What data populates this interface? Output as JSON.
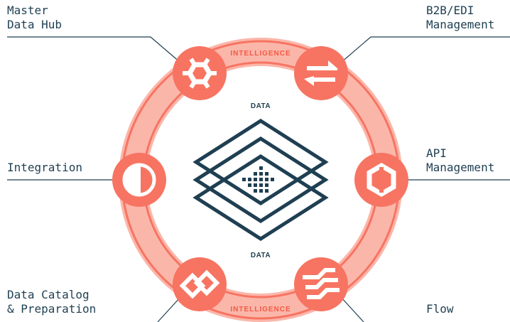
{
  "labels": {
    "master_data_hub": [
      "Master",
      "Data Hub"
    ],
    "b2b_edi": [
      "B2B/EDI",
      "Management"
    ],
    "integration": [
      "Integration"
    ],
    "api_management": [
      "API",
      "Management"
    ],
    "data_catalog": [
      "Data Catalog",
      "& Preparation"
    ],
    "flow": [
      "Flow"
    ]
  },
  "center": {
    "top_label": "DATA",
    "bottom_label": "DATA"
  },
  "ring": {
    "top_label": "INTELLIGENCE",
    "bottom_label": "INTELLIGENCE"
  },
  "colors": {
    "ring": "#fbb6aa",
    "ring_line": "#f77462",
    "node": "#f77462",
    "dark": "#1f3f52"
  },
  "icons": {
    "master_data_hub": "hexagon-gear-icon",
    "b2b_edi": "exchange-arrows-icon",
    "integration": "half-circle-icon",
    "api_management": "hexagon-icon",
    "data_catalog": "chain-link-icon",
    "flow": "flow-waves-icon"
  }
}
